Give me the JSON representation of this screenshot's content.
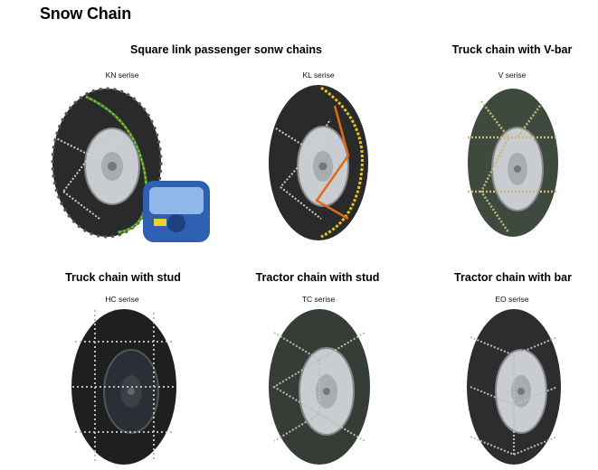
{
  "page": {
    "title": "Snow Chain"
  },
  "headings": {
    "passenger": "Square link passenger sonw chains",
    "truck_vbar": "Truck chain with V-bar",
    "truck_stud": "Truck chain with stud",
    "tractor_stud": "Tractor chain with stud",
    "tractor_bar": "Tractor chain with bar"
  },
  "products": [
    {
      "series": "KN serise"
    },
    {
      "series": "KL serise"
    },
    {
      "series": "V serise"
    },
    {
      "series": "HC serise"
    },
    {
      "series": "TC serise"
    },
    {
      "series": "EO serise"
    }
  ],
  "colors": {
    "tire": "#2a2a2a",
    "rim": "#c9ccd0",
    "chain": "#b8b8b8",
    "chain_yellow": "#e8c41a",
    "chain_green": "#3a8a3a",
    "chain_orange": "#e06a1a",
    "case_blue": "#2e5fb0"
  }
}
